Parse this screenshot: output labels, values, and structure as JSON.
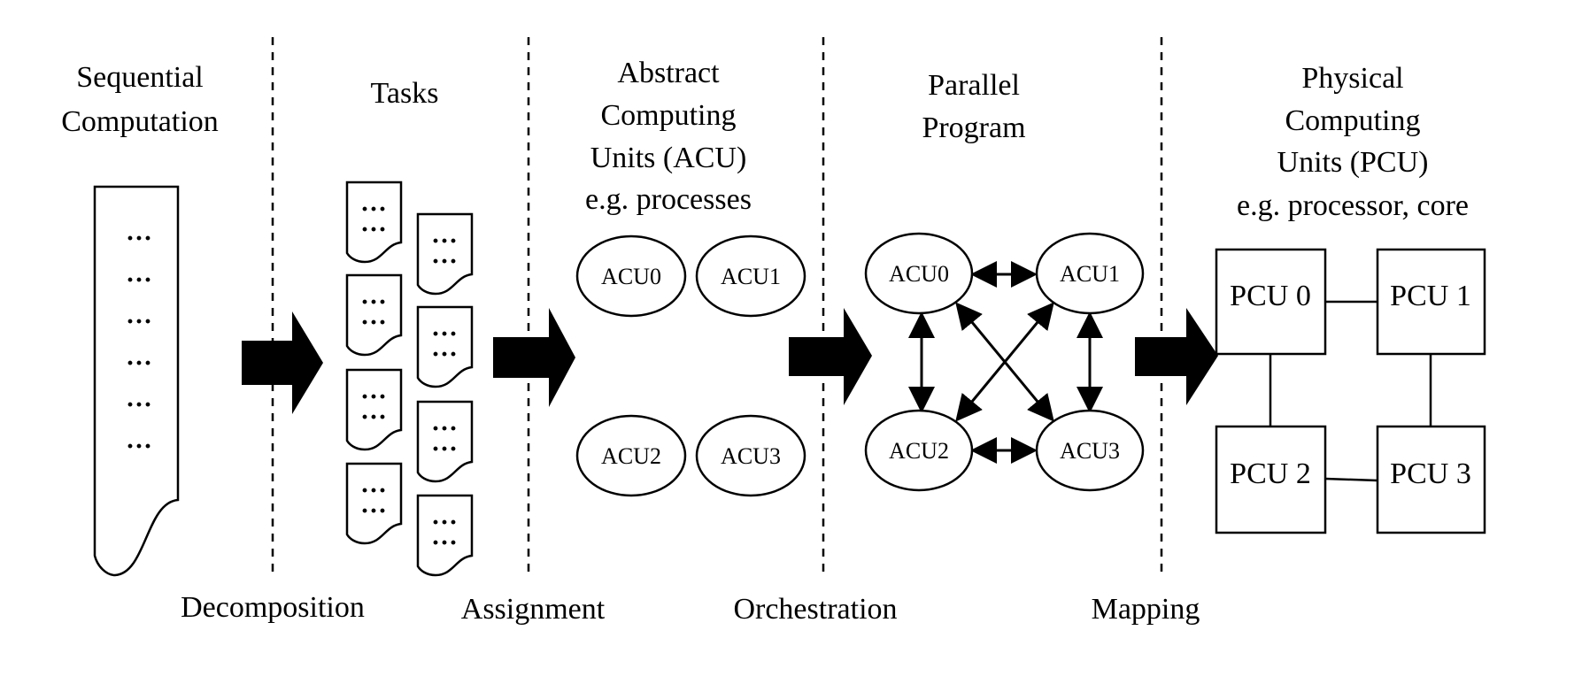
{
  "columns": {
    "sequential": {
      "title_lines": [
        "Sequential",
        "Computation"
      ]
    },
    "tasks": {
      "title_lines": [
        "Tasks"
      ]
    },
    "acu": {
      "title_lines": [
        "Abstract",
        "Computing",
        "Units (ACU)",
        "e.g. processes"
      ]
    },
    "program": {
      "title_lines": [
        "Parallel",
        "Program"
      ]
    },
    "pcu": {
      "title_lines": [
        "Physical",
        "Computing",
        "Units (PCU)",
        "e.g. processor, core"
      ]
    }
  },
  "steps": [
    "Decomposition",
    "Assignment",
    "Orchestration",
    "Mapping"
  ],
  "dots_symbol": "···",
  "acu_nodes": [
    "ACU0",
    "ACU1",
    "ACU2",
    "ACU3"
  ],
  "program_nodes": [
    "ACU0",
    "ACU1",
    "ACU2",
    "ACU3"
  ],
  "pcu_nodes": [
    "PCU 0",
    "PCU 1",
    "PCU 2",
    "PCU 3"
  ]
}
